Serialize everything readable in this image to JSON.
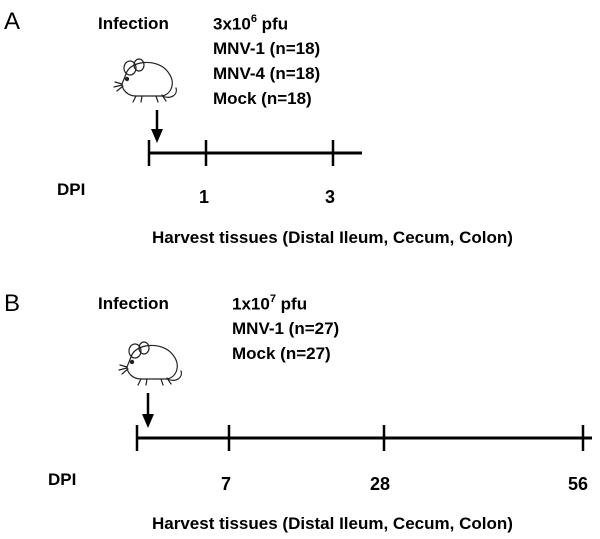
{
  "panels": [
    {
      "letter": "A",
      "event_label": "Infection",
      "dose": {
        "prefix": "3x10",
        "exponent": "6",
        "unit": " pfu"
      },
      "groups": [
        "MNV-1 (n=18)",
        "MNV-4 (n=18)",
        "Mock (n=18)"
      ],
      "axis_label": "DPI",
      "ticks": [
        "1",
        "3"
      ],
      "harvest_text": "Harvest tissues (Distal Ileum, Cecum, Colon)"
    },
    {
      "letter": "B",
      "event_label": "Infection",
      "dose": {
        "prefix": "1x10",
        "exponent": "7",
        "unit": " pfu"
      },
      "groups": [
        "MNV-1 (n=27)",
        "Mock (n=27)"
      ],
      "axis_label": "DPI",
      "ticks": [
        "7",
        "28",
        "56"
      ],
      "harvest_text": "Harvest tissues (Distal Ileum, Cecum, Colon)"
    }
  ],
  "icons": {
    "animal": "mouse-icon",
    "marker": "arrow-down-icon"
  }
}
